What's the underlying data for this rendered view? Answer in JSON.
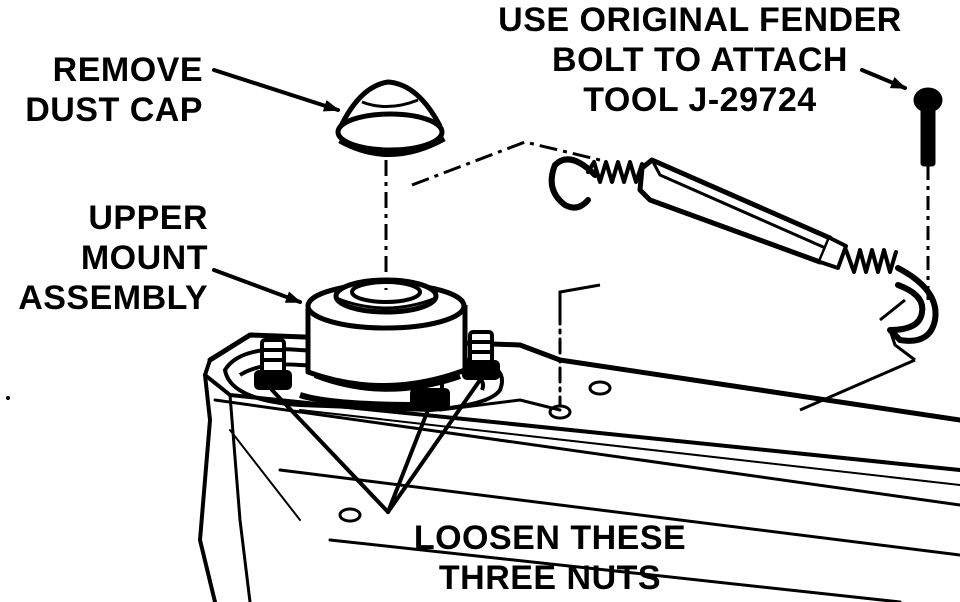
{
  "labels": {
    "dust_cap": {
      "line1": "REMOVE",
      "line2": "DUST CAP"
    },
    "upper_mount": {
      "line1": "UPPER",
      "line2": "MOUNT",
      "line3": "ASSEMBLY"
    },
    "fender_bolt": {
      "line1": "USE ORIGINAL FENDER",
      "line2": "BOLT TO ATTACH",
      "line3": "TOOL J-29724"
    },
    "nuts": {
      "line1": "LOOSEN THESE",
      "line2": "THREE NUTS"
    }
  },
  "colors": {
    "ink": "#000000",
    "paper": "#ffffff"
  }
}
